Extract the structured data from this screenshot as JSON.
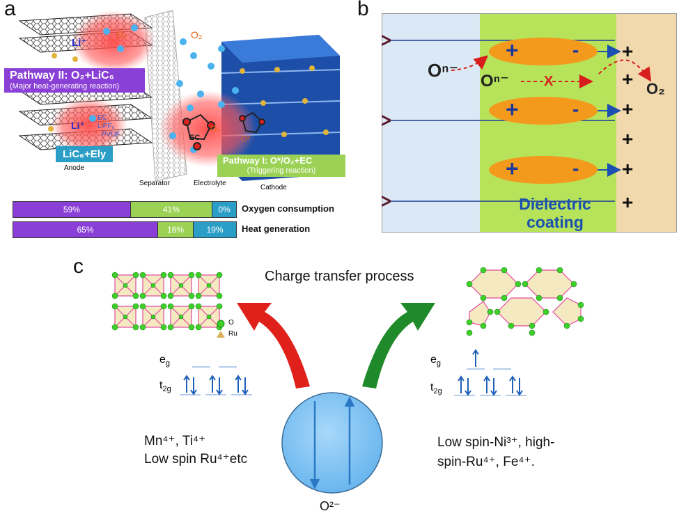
{
  "panel_a": {
    "letter": "a",
    "pathway2": {
      "title": "Pathway II: O₂+LiC₆",
      "note": "(Major heat-generating reaction)"
    },
    "pathway1": {
      "title": "Pathway I: O*/O₂+EC",
      "note": "(Triggering reaction)"
    },
    "lic6_box": "LiC₆+Ely",
    "li_plus": "Li⁺",
    "o2": "O₂",
    "o_star": "O*",
    "ec": "EC",
    "lipf6": "LiPF₆",
    "pvdf": "PVDF",
    "labels": {
      "anode": "Anode",
      "separator": "Separator",
      "electrolyte": "Electrolyte",
      "cathode": "Cathode"
    },
    "bars": [
      {
        "label": "Oxygen consumption",
        "values": [
          "59%",
          "41%",
          "0%"
        ],
        "fractions": [
          0.59,
          0.41,
          0.0
        ]
      },
      {
        "label": "Heat generation",
        "values": [
          "65%",
          "16%",
          "19%"
        ],
        "fractions": [
          0.65,
          0.16,
          0.19
        ]
      }
    ],
    "colors": {
      "purple": "#8a3fd6",
      "green": "#9bd256",
      "blue": "#2b9ec7"
    }
  },
  "panel_b": {
    "letter": "b",
    "on_left": "Oⁿ⁻",
    "on_mid": "Oⁿ⁻",
    "o2": "O₂",
    "coating_label": "Dielectric\ncoating",
    "dipole_plus": "+",
    "dipole_minus": "-",
    "x_mark": "X",
    "plus_signs": [
      "+",
      "+",
      "+",
      "+",
      "+",
      "+"
    ],
    "colors": {
      "left_bg": "#dbe9f6",
      "coating": "#b6e35a",
      "right_bg": "#f2d9ad",
      "dipole": "#f39a1c"
    }
  },
  "panel_c": {
    "letter": "c",
    "title": "Charge transfer process",
    "legend_o": "O",
    "legend_ru": "Ru",
    "left_eg": "e",
    "left_eg_sub": "g",
    "left_t2g": "t",
    "left_t2g_sub": "2g",
    "right_eg": "e",
    "right_eg_sub": "g",
    "right_t2g": "t",
    "right_t2g_sub": "2g",
    "left_ions_line1": "Mn⁴⁺,   Ti⁴⁺",
    "left_ions_line2": "Low spin Ru⁴⁺etc",
    "right_ions_line1": "Low spin-Ni³⁺,  high-",
    "right_ions_line2": "spin-Ru⁴⁺,   Fe⁴⁺.",
    "o2_minus": "O²⁻"
  }
}
